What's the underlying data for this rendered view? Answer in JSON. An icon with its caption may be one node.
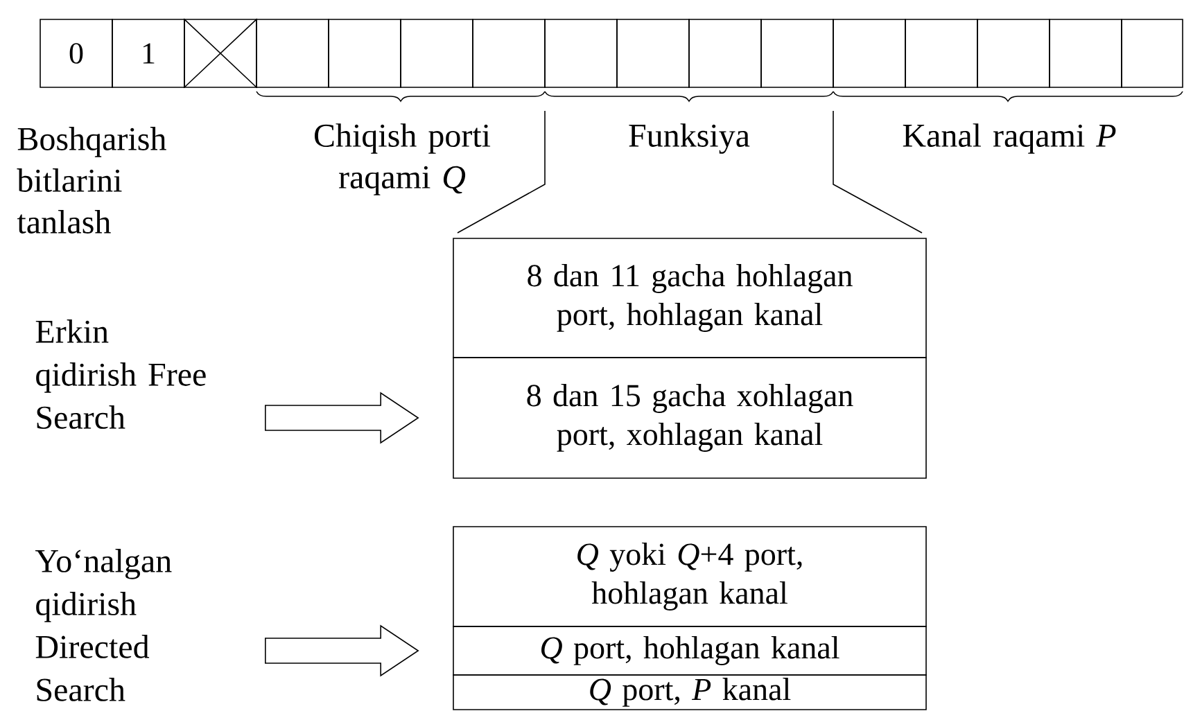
{
  "diagram": {
    "nodes": [
      {
        "text": [
          "0"
        ]
      },
      {
        "text": [
          "1"
        ]
      },
      {
        "text": [],
        "shape": "cross"
      },
      {
        "text": [],
        "shape": "box"
      },
      {
        "text": [],
        "shape": "box"
      },
      {
        "text": [],
        "shape": "box"
      },
      {
        "text": [],
        "shape": "box"
      },
      {
        "text": [],
        "shape": "box"
      },
      {
        "text": [],
        "shape": "box"
      },
      {
        "text": [],
        "shape": "box"
      },
      {
        "text": [],
        "shape": "box"
      },
      {
        "text": [],
        "shape": "box"
      },
      {
        "text": [],
        "shape": "box"
      },
      {
        "text": [],
        "shape": "box"
      },
      {
        "text": [],
        "shape": "box"
      },
      {
        "text": [],
        "shape": "box"
      },
      {
        "text": [
          "8 dan 11 gacha hohlagan port, hohlagan kanal"
        ]
      },
      {
        "text": [
          "8 dan 15 gacha xohlagan port, xohlagan kanal"
        ]
      },
      {
        "text": [
          "Erkin qidirish Free Search"
        ]
      },
      {
        "text": [
          "*Q* yoki *Q*+4 port, hohlagan kanal"
        ]
      },
      {
        "text": [
          "*Q* port, hohlagan kanal"
        ]
      },
      {
        "text": [
          "*Q* port, *P* kanal"
        ]
      },
      {
        "text": [
          "Yo‘nalgan qidirish Directed Search"
        ]
      }
    ],
    "edges": [
      {
        "from": 18,
        "to": 17,
        "arrow": "to"
      },
      {
        "from": 22,
        "to": 20,
        "arrow": "to"
      }
    ],
    "labels": [
      "Boshqarish bitlarini tanlash",
      "Chiqish porti raqami *Q*",
      "Funksiya",
      "Kanal raqami *P*"
    ]
  }
}
